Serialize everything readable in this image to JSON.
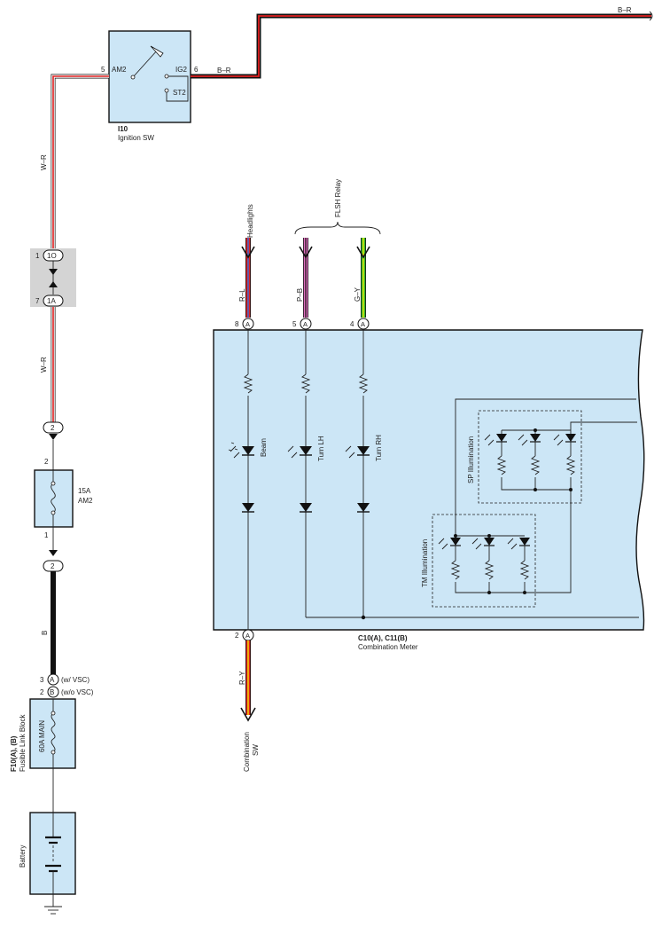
{
  "ignition_switch": {
    "id": "I10",
    "name": "Ignition SW",
    "pin_am2": "5",
    "label_am2": "AM2",
    "pin_ig2": "6",
    "label_ig2": "IG2",
    "label_st2": "ST2",
    "wire_out": "B–R",
    "wire_top": "B–R"
  },
  "wires": {
    "w_r_upper": "W–R",
    "w_r_lower": "W–R",
    "b": "B",
    "r_l": "R–L",
    "p_b": "P–B",
    "g_y": "G–Y",
    "r_y": "R–Y"
  },
  "junction": {
    "upper_pin": "1",
    "upper_label": "1O",
    "lower_pin": "7",
    "lower_label": "1A"
  },
  "connectors": {
    "c2a": "2",
    "c2b": "2"
  },
  "fuse_am2": {
    "pin_top": "2",
    "pin_bottom": "1",
    "rating": "15A",
    "name": "AM2"
  },
  "fusible_link": {
    "pin_a_num": "3",
    "pin_a": "A",
    "pin_a_note": "(w/ VSC)",
    "pin_b_num": "2",
    "pin_b": "B",
    "pin_b_note": "(w/o VSC)",
    "id": "F10(A), (B)",
    "name": "Fusible Link Block",
    "rating": "60A MAIN"
  },
  "battery": {
    "name": "Battery"
  },
  "external": {
    "headlights": "Headlights",
    "flsh_relay": "FLSH Relay",
    "combination_sw_1": "Combination",
    "combination_sw_2": "SW"
  },
  "meter": {
    "id": "C10(A), C11(B)",
    "name": "Combination Meter",
    "pin_headlights": "8",
    "pin_lh": "5",
    "pin_rh": "4",
    "pin_out": "2",
    "conn": "A",
    "beam": "Beam",
    "turn_lh": "Turn LH",
    "turn_rh": "Turn RH",
    "sp_illum": "SP Illumination",
    "tm_illum": "TM Illumination"
  },
  "colors": {
    "box_fill": "#cce6f6",
    "wire_red": "#e02020",
    "wire_black": "#111111",
    "wire_pink": "#e070c0",
    "wire_green": "#33bb33",
    "wire_yellow": "#f2e600",
    "wire_blue": "#3070e0",
    "junction_grey": "#d4d4d4"
  }
}
